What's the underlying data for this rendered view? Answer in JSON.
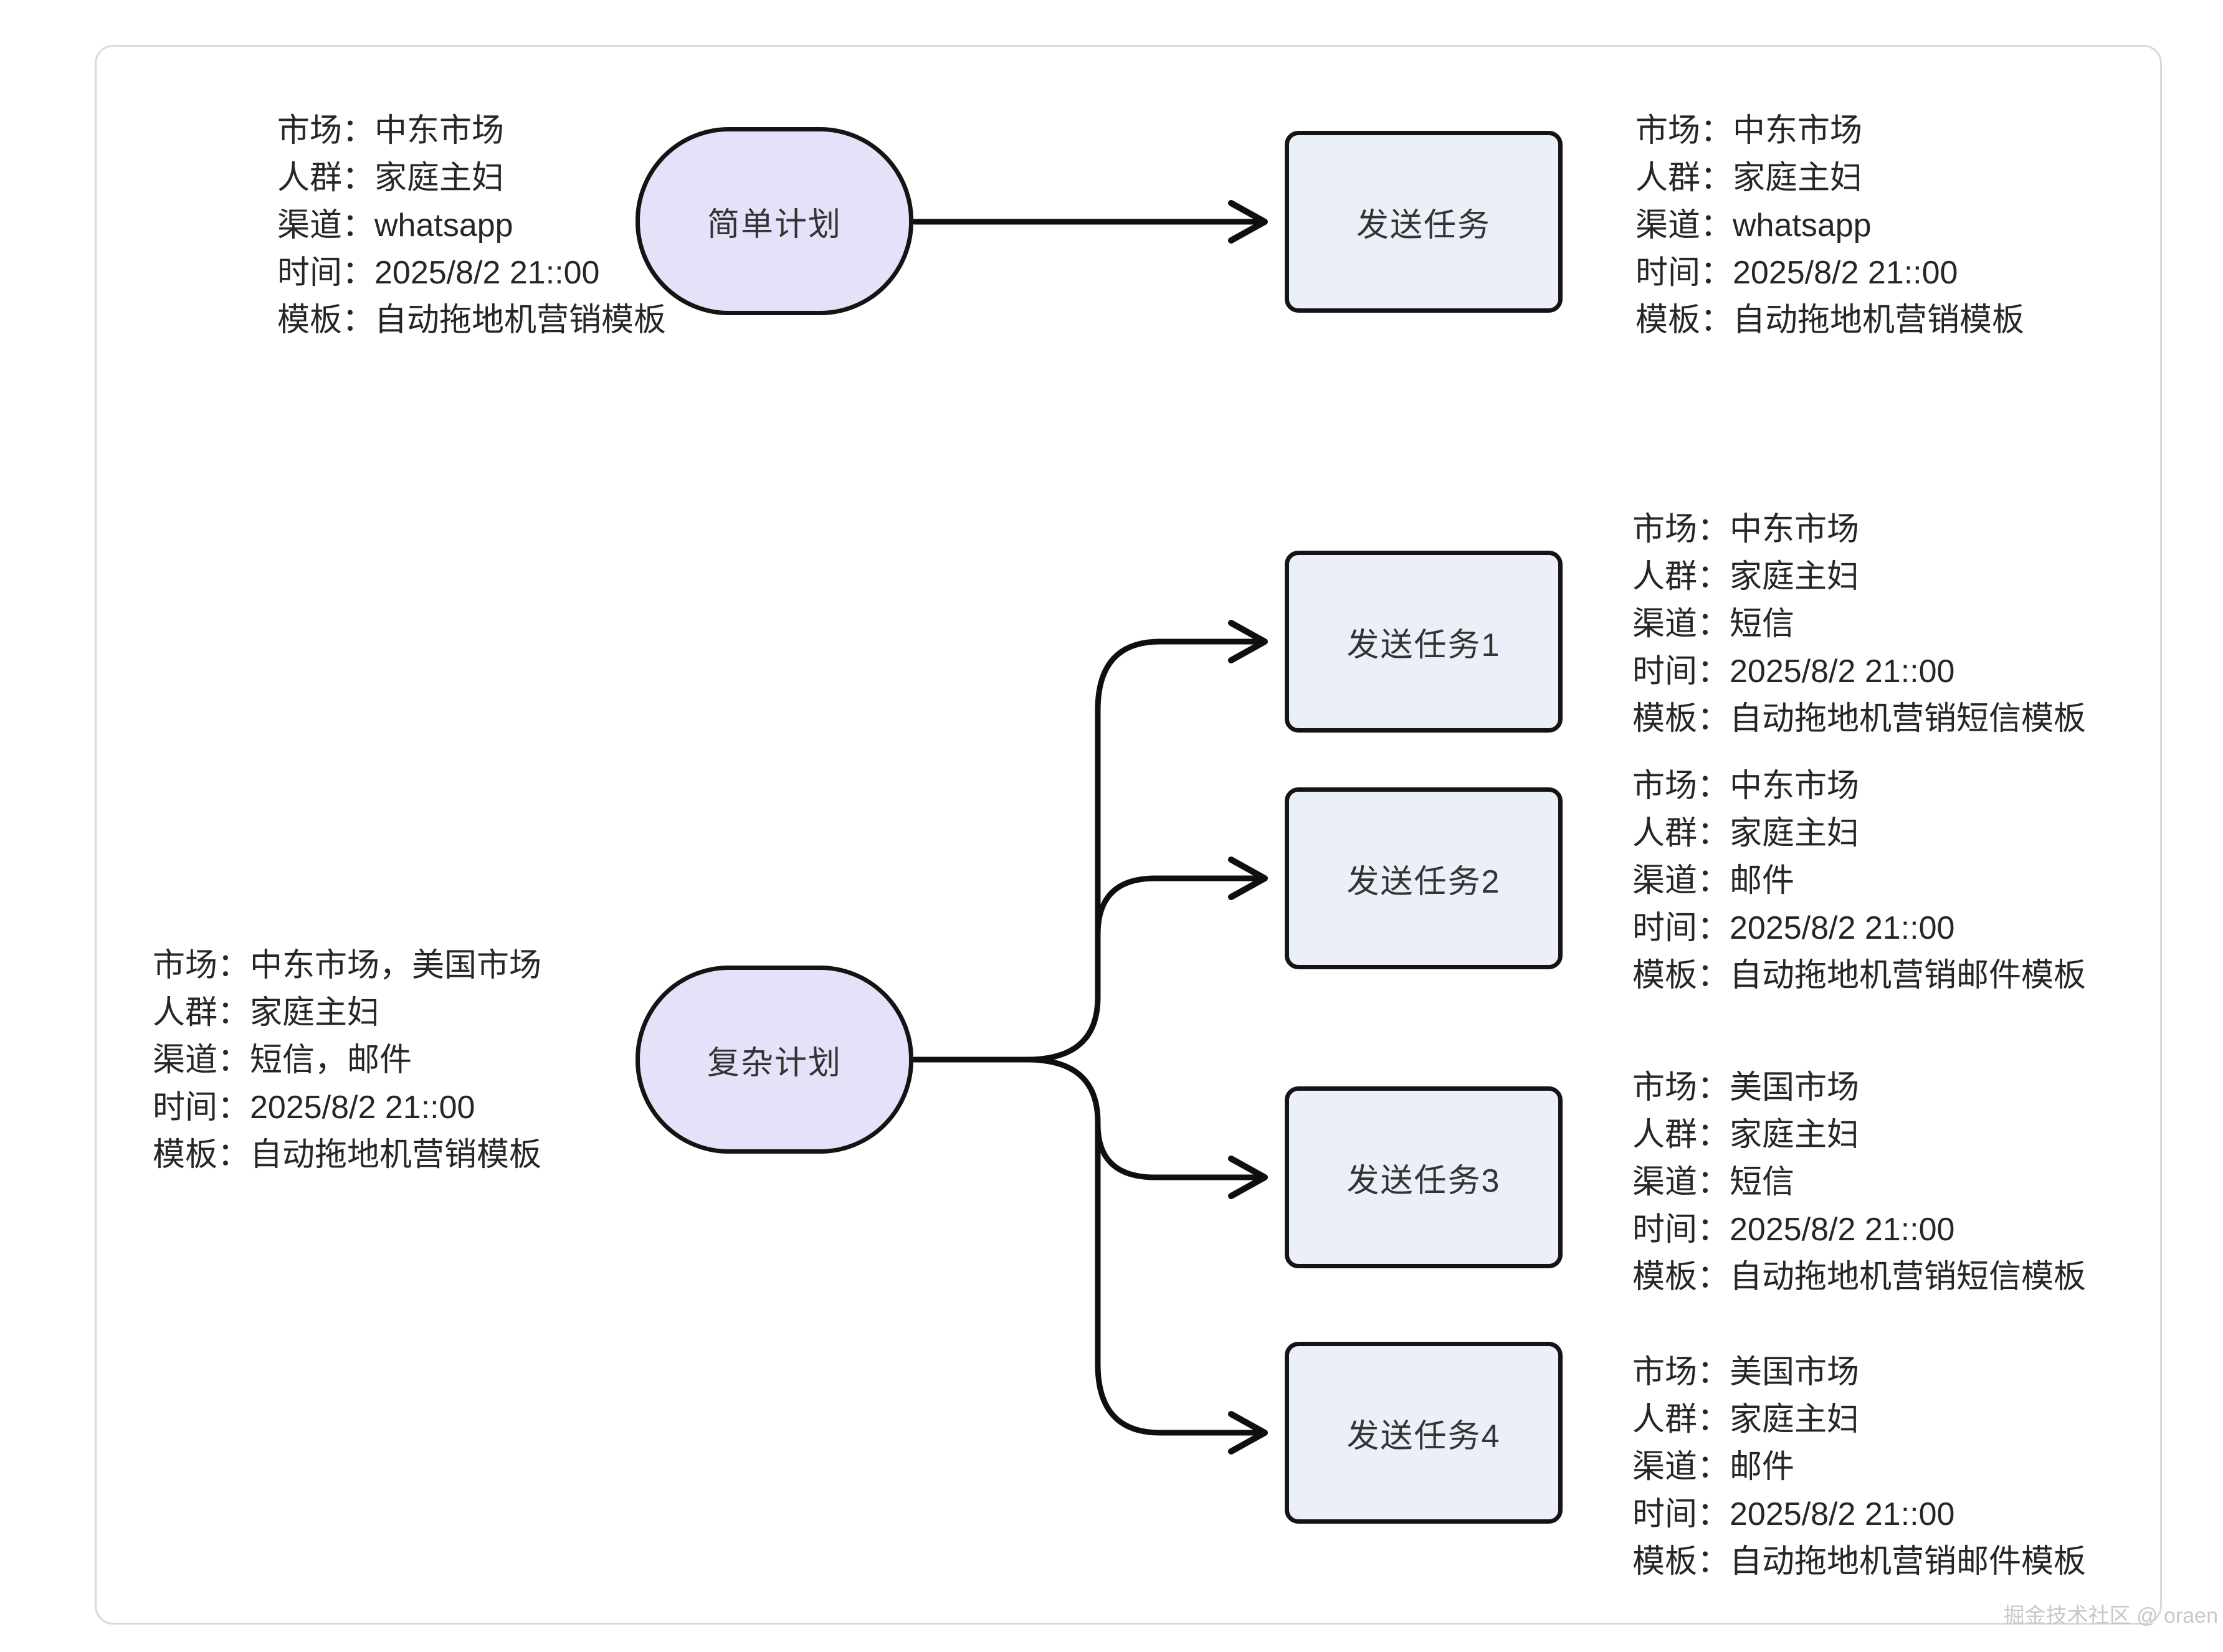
{
  "page": {
    "watermark": "掘金技术社区 @ oraen"
  },
  "colors": {
    "plan_node_fill": "#E7E0F9",
    "task_node_fill": "#EBEFF8",
    "node_border": "#141414",
    "connector": "#0f0f0f",
    "card_border": "#D9D9D9",
    "annotation_text": "#262626",
    "watermark_text": "#C8C8C8",
    "background": "#FFFFFF"
  },
  "simple_flow": {
    "plan": {
      "label": "简单计划",
      "shape": "stadium"
    },
    "task": {
      "label": "发送任务",
      "shape": "rectangle"
    },
    "plan_annotation": [
      "市场：中东市场",
      "人群：家庭主妇",
      "渠道：whatsapp",
      "时间：2025/8/2 21::00",
      "模板：自动拖地机营销模板"
    ],
    "task_annotation": [
      "市场：中东市场",
      "人群：家庭主妇",
      "渠道：whatsapp",
      "时间：2025/8/2 21::00",
      "模板：自动拖地机营销模板"
    ]
  },
  "complex_flow": {
    "plan": {
      "label": "复杂计划",
      "shape": "stadium"
    },
    "plan_annotation": [
      "市场：中东市场，美国市场",
      "人群：家庭主妇",
      "渠道：短信，邮件",
      "时间：2025/8/2 21::00",
      "模板：自动拖地机营销模板"
    ],
    "tasks": [
      {
        "label": "发送任务1",
        "annotation": [
          "市场：中东市场",
          "人群：家庭主妇",
          "渠道：短信",
          "时间：2025/8/2 21::00",
          "模板：自动拖地机营销短信模板"
        ]
      },
      {
        "label": "发送任务2",
        "annotation": [
          "市场：中东市场",
          "人群：家庭主妇",
          "渠道：邮件",
          "时间：2025/8/2 21::00",
          "模板：自动拖地机营销邮件模板"
        ]
      },
      {
        "label": "发送任务3",
        "annotation": [
          "市场：美国市场",
          "人群：家庭主妇",
          "渠道：短信",
          "时间：2025/8/2 21::00",
          "模板：自动拖地机营销短信模板"
        ]
      },
      {
        "label": "发送任务4",
        "annotation": [
          "市场：美国市场",
          "人群：家庭主妇",
          "渠道：邮件",
          "时间：2025/8/2 21::00",
          "模板：自动拖地机营销邮件模板"
        ]
      }
    ]
  }
}
